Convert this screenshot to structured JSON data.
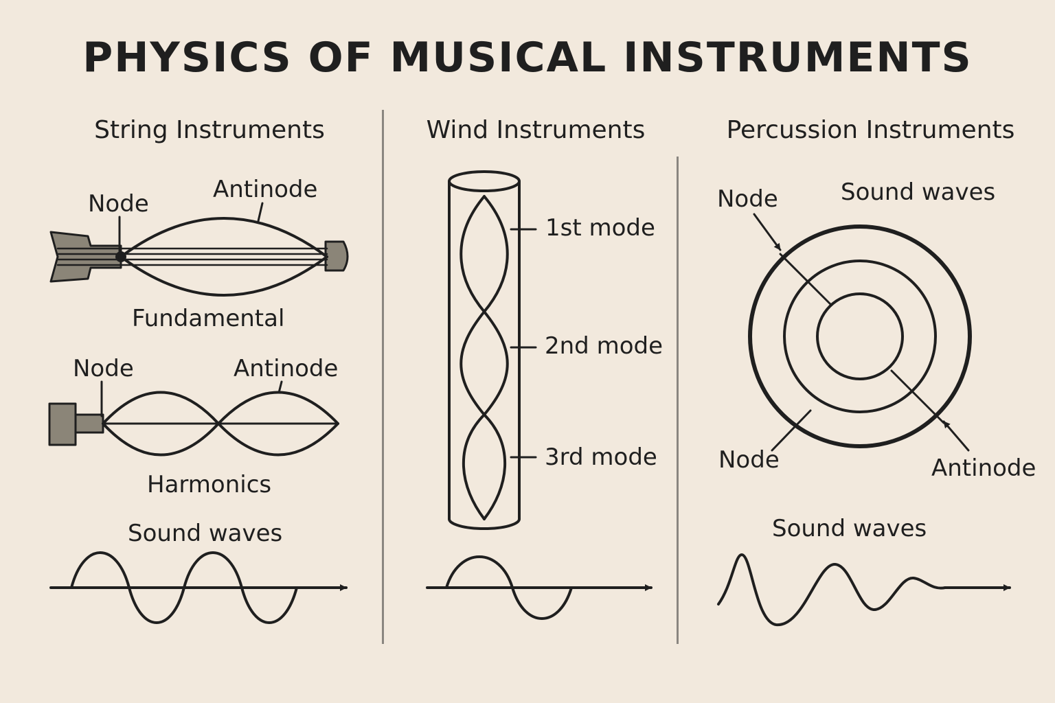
{
  "title": "PHYSICS OF MUSICAL INSTRUMENTS",
  "colors": {
    "background": "#f2e9dd",
    "ink": "#1f1f1f",
    "metal": "#8b8578",
    "divider": "#8a8680"
  },
  "string": {
    "heading": "String Instruments",
    "fundamental": {
      "node_label": "Node",
      "antinode_label": "Antinode",
      "caption": "Fundamental"
    },
    "harmonics": {
      "node_label": "Node",
      "antinode_label": "Antinode",
      "caption": "Harmonics"
    },
    "sound_label": "Sound waves"
  },
  "wind": {
    "heading": "Wind Instruments",
    "modes": [
      "1st mode",
      "2nd mode",
      "3rd mode"
    ]
  },
  "percussion": {
    "heading": "Percussion Instruments",
    "node_label_top": "Node",
    "sound_label_top": "Sound waves",
    "node_label_bottom": "Node",
    "antinode_label": "Antinode",
    "sound_label": "Sound waves"
  }
}
